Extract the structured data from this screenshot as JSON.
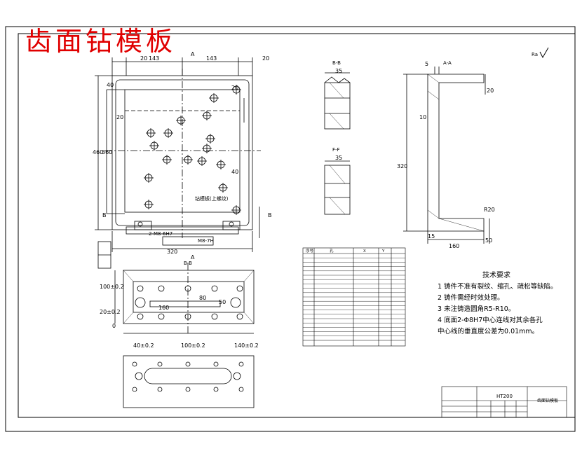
{
  "drawing": {
    "title": "齿面钻模板",
    "roughness_symbol": "Ra",
    "plan": {
      "top_dims": [
        "20",
        "143",
        "143",
        "20"
      ],
      "left_dims": [
        "40",
        "20",
        "360",
        "460"
      ],
      "right_dims": [
        "20",
        "40"
      ],
      "bottom_dim": "320",
      "section_marks": [
        "A",
        "A",
        "B",
        "B"
      ],
      "notes": [
        "钻模板(上螺纹)",
        "2-M8-6H7",
        "M8-7H"
      ]
    },
    "section_bb": {
      "label": "B-B",
      "dim": "35"
    },
    "section_ff": {
      "label": "F-F",
      "dim": "35"
    },
    "section_aa": {
      "label": "A-A",
      "dims": [
        "5",
        "20",
        "10",
        "320",
        "15",
        "160",
        "50",
        "R20"
      ]
    },
    "elevation": {
      "label": "B-B",
      "dims": [
        "100±0.2",
        "20±0.2",
        "160",
        "80",
        "50",
        "40±0.2",
        "100±0.2",
        "140±0.2",
        "0"
      ]
    },
    "tech_requirements": {
      "title": "技术要求",
      "items": [
        "1  铸件不准有裂纹、缩孔、疏松等缺陷。",
        "2  铸件需经时效处理。",
        "3  未注铸造圆角R5-R10。",
        "4  底面2-Φ8H7中心连线对其余各孔",
        "    中心线的垂直度公差为0.01mm。"
      ]
    },
    "hole_table": {
      "headers": [
        "序号",
        "孔",
        "X",
        "Y"
      ],
      "row_count": 20
    },
    "title_block": {
      "material": "HT200",
      "name": "齿面钻模板"
    }
  }
}
